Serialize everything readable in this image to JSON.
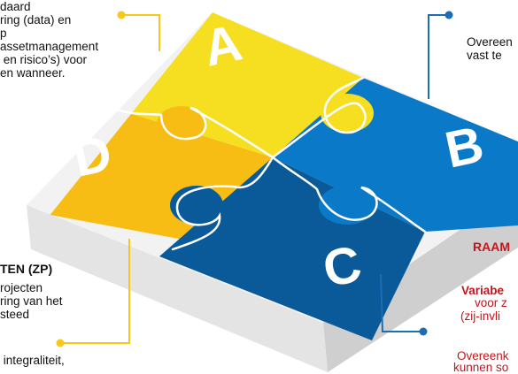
{
  "pieces": [
    {
      "letter": "A",
      "color": "#f6de21",
      "name": "piece-a"
    },
    {
      "letter": "B",
      "color": "#0a7ac8",
      "name": "piece-b"
    },
    {
      "letter": "C",
      "color": "#0a5a9a",
      "name": "piece-c"
    },
    {
      "letter": "D",
      "color": "#f7bd14",
      "name": "piece-d"
    }
  ],
  "colors": {
    "connector_yellow": "#f7c81a",
    "connector_blue": "#1c6db3",
    "base_top": "#f2f2f2",
    "base_side": "#cfcfcf"
  },
  "text_a": [
    "daard",
    "ring (data) en",
    "p",
    "assetmanagement",
    " en risico’s) voor",
    "en wanneer."
  ],
  "text_b": [
    "Overeen",
    "vast te"
  ],
  "text_c": {
    "heading": "RAAM",
    "line1": "Variabe",
    "line2": "voor z",
    "line3": "(zij-invli",
    "line4": "Overeenk",
    "line5": "kunnen so"
  },
  "text_d": {
    "heading": "TEN (ZP)",
    "lines": [
      "rojecten",
      "ring van het",
      "steed",
      " integraliteit,"
    ]
  }
}
